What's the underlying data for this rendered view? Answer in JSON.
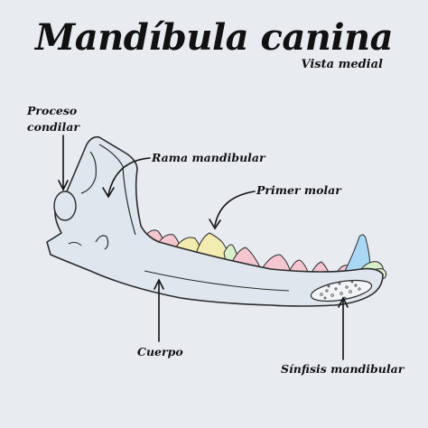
{
  "title": "Mandíbula canina",
  "subtitle": "Vista medial",
  "labels": {
    "proceso_line1": "Proceso",
    "proceso_line2": "condilar",
    "rama": "Rama mandibular",
    "molar": "Primer molar",
    "cuerpo": "Cuerpo",
    "sinfisis": "Sínfisis mandibular"
  },
  "colors": {
    "background": "#e8ecf1",
    "bone": "#dfe6ee",
    "outline": "#2a2a2a",
    "molar_yellow": "#f3ecb0",
    "tooth_pink": "#f4c6d0",
    "tooth_green": "#d7f0c9",
    "canine_blue": "#a9d8f5"
  }
}
